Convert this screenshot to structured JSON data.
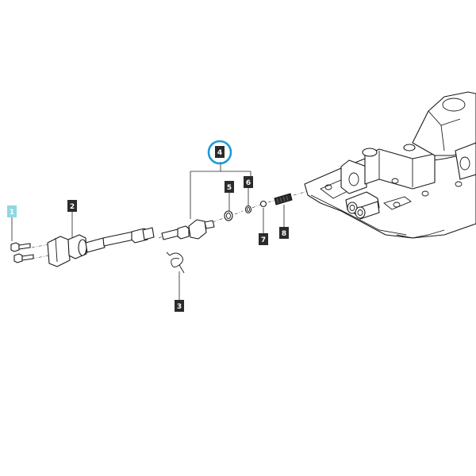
{
  "colors": {
    "label_box": "#2b2b2b",
    "label_box_selected": "#8fd8e3",
    "highlight_ring": "#1a9bd7",
    "line": "#1a1a1a",
    "background": "#ffffff"
  },
  "callouts": [
    {
      "id": "1",
      "label": "1",
      "selected": true
    },
    {
      "id": "2",
      "label": "2",
      "selected": false
    },
    {
      "id": "3",
      "label": "3",
      "selected": false
    },
    {
      "id": "4",
      "label": "4",
      "selected": false,
      "highlighted": true
    },
    {
      "id": "5",
      "label": "5",
      "selected": false
    },
    {
      "id": "6",
      "label": "6",
      "selected": false
    },
    {
      "id": "7",
      "label": "7",
      "selected": false
    },
    {
      "id": "8",
      "label": "8",
      "selected": false
    }
  ]
}
